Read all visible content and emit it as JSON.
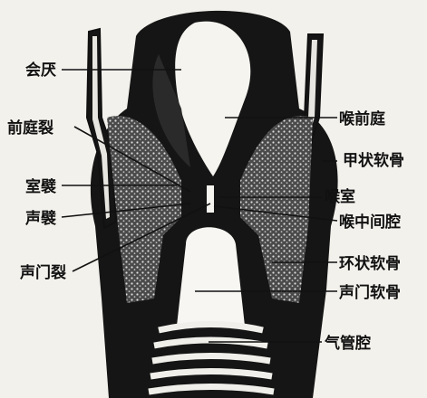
{
  "labels": {
    "epiglottis": "会厌",
    "vestibular_fissure": "前庭裂",
    "ventricular_fold": "室襞",
    "vocal_fold": "声襞",
    "rima_glottidis": "声门裂",
    "laryngeal_vestibule": "喉前庭",
    "thyroid_cartilage": "甲状软骨",
    "laryngeal_ventricle": "喉室",
    "intermediate_cavity": "喉中间腔",
    "cricoid_cartilage": "环状软骨",
    "infraglottic_cavity": "声门软骨",
    "tracheal_cavity": "气管腔"
  },
  "colors": {
    "ink": "#111111",
    "paper": "#f3f1ec",
    "highlight": "#fbfaf6"
  }
}
